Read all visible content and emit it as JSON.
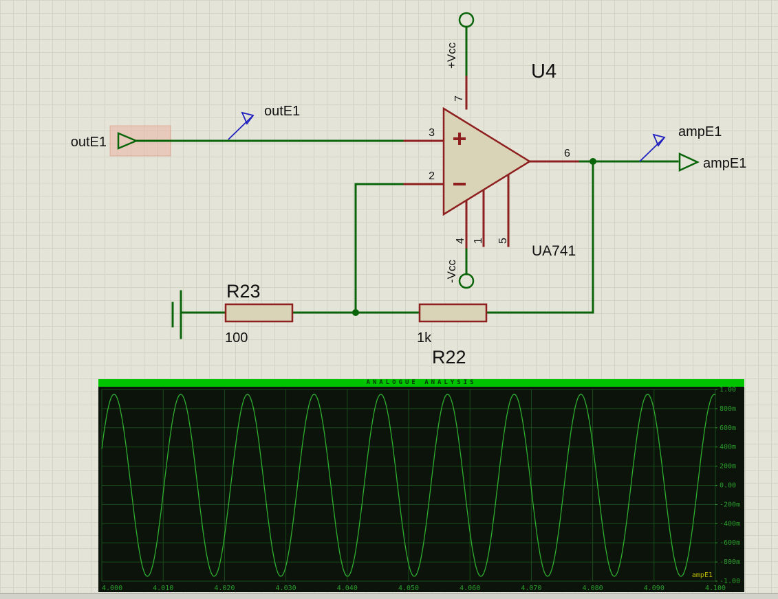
{
  "schematic": {
    "input_terminal_label": "outE1",
    "input_wire_label": "outE1",
    "output_terminal_label": "ampE1",
    "output_wire_label": "ampE1",
    "opamp": {
      "ref": "U4",
      "part": "UA741",
      "pin_noninv": "3",
      "pin_inv": "2",
      "pin_vplus": "7",
      "pin_vminus": "4",
      "pin_out": "6",
      "pin_offset1": "1",
      "pin_offset2": "5",
      "vplus_label": "+Vcc",
      "vminus_label": "-Vcc"
    },
    "r23": {
      "ref": "R23",
      "value": "100"
    },
    "r22": {
      "ref": "R22",
      "value": "1k"
    }
  },
  "graph": {
    "title": "ANALOGUE ANALYSIS",
    "legend": "ampE1"
  },
  "chart_data": {
    "type": "line",
    "title": "ANALOGUE ANALYSIS",
    "x_range": [
      4.0,
      4.1
    ],
    "y_range": [
      -1.0,
      1.0
    ],
    "x_ticks": [
      "4.000",
      "4.010",
      "4.020",
      "4.030",
      "4.040",
      "4.050",
      "4.060",
      "4.070",
      "4.080",
      "4.090",
      "4.100"
    ],
    "y_ticks": [
      "1.00",
      "800m",
      "600m",
      "400m",
      "200m",
      "0.00",
      "-200m",
      "-400m",
      "-600m",
      "-800m",
      "-1.00"
    ],
    "grid": true,
    "legend_position": "bottom-right",
    "series": [
      {
        "name": "ampE1",
        "waveform": "sine",
        "amplitude": 0.95,
        "frequency_hz": 92,
        "peak_time": 4.002,
        "cycles_visible": 9.2,
        "color": "#2fae2f"
      }
    ]
  },
  "colors": {
    "wire_green": "#0a650a",
    "pin_red": "#8e1f1f",
    "component_fill": "#d9d3b8",
    "label_blue": "#2020c0",
    "highlight_pink": "#edb08c",
    "graph_bg": "#0b130b",
    "graph_grid": "#1a4d1a",
    "graph_title_bar": "#00c400",
    "trace": "#2fae2f",
    "legend": "#b9b900",
    "axis_text": "#2b9e2b"
  }
}
